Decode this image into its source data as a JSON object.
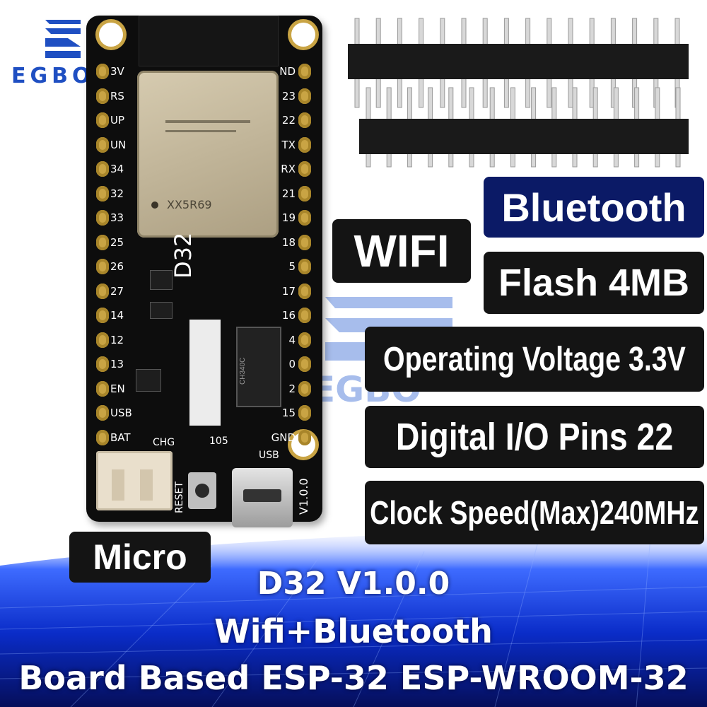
{
  "brand": {
    "name": "EGBO"
  },
  "features": {
    "bluetooth": "Bluetooth",
    "wifi": "WIFI",
    "flash": "Flash 4MB",
    "voltage": "Operating Voltage 3.3V",
    "io_pins": "Digital I/O Pins 22",
    "clock": "Clock Speed(Max)240MHz",
    "connector": "Micro"
  },
  "title": {
    "line1": "D32 V1.0.0",
    "line2": "Wifi+Bluetooth",
    "line3": "Board Based ESP-32 ESP-WROOM-32"
  },
  "board": {
    "model_label": "D32",
    "version_label": "V1.0.0",
    "module_code": "XX5R69",
    "reset_label": "RESET",
    "usb_label": "USB",
    "chg_label": "CHG",
    "led_label": "105",
    "chip_label": "CH340C",
    "left_pins": [
      "3V",
      "RS",
      "UP",
      "UN",
      "34",
      "32",
      "33",
      "25",
      "26",
      "27",
      "14",
      "12",
      "13",
      "EN",
      "USB",
      "BAT"
    ],
    "right_pins": [
      "ND",
      "23",
      "22",
      "TX",
      "RX",
      "21",
      "19",
      "18",
      "5",
      "17",
      "16",
      "4",
      "0",
      "2",
      "15",
      "GND"
    ]
  },
  "colors": {
    "pcb": "#0d0d0d",
    "pad": "#c9a444",
    "shield": "#b9ab8c",
    "label_bg": "#141414",
    "label_highlight": "#0b1a66",
    "bottom_band": "#0a2cc8"
  }
}
